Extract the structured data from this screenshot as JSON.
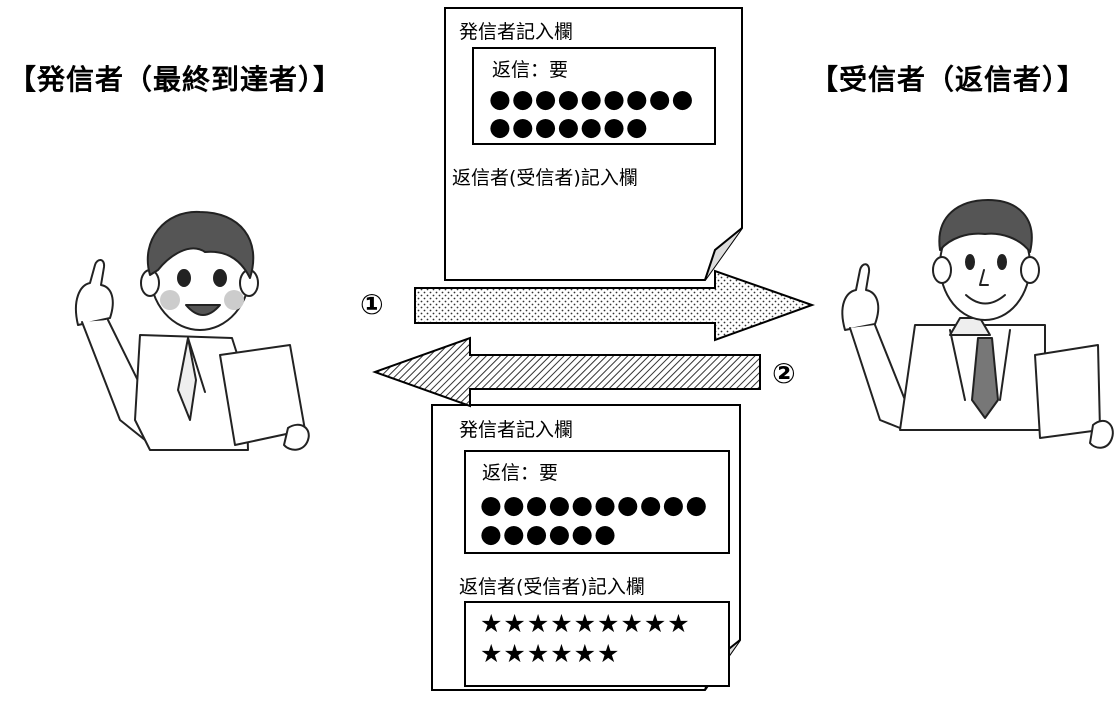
{
  "sender_title": "【発信者（最終到達者）】",
  "receiver_title": "【受信者（返信者）】",
  "top_document": {
    "sender_section_label": "発信者記入欄",
    "reply_field": "返信：要",
    "sender_line1": "●●●●●●●●●",
    "sender_line2": "●●●●●●●",
    "replier_section_label": "返信者(受信者)記入欄"
  },
  "bottom_document": {
    "sender_section_label": "発信者記入欄",
    "reply_field": "返信：要",
    "sender_line1": "●●●●●●●●●●",
    "sender_line2": "●●●●●●",
    "replier_section_label": "返信者(受信者)記入欄",
    "replier_line1": "★★★★★★★★★",
    "replier_line2": "★★★★★★"
  },
  "steps": {
    "send_label": "①",
    "reply_label": "②"
  }
}
